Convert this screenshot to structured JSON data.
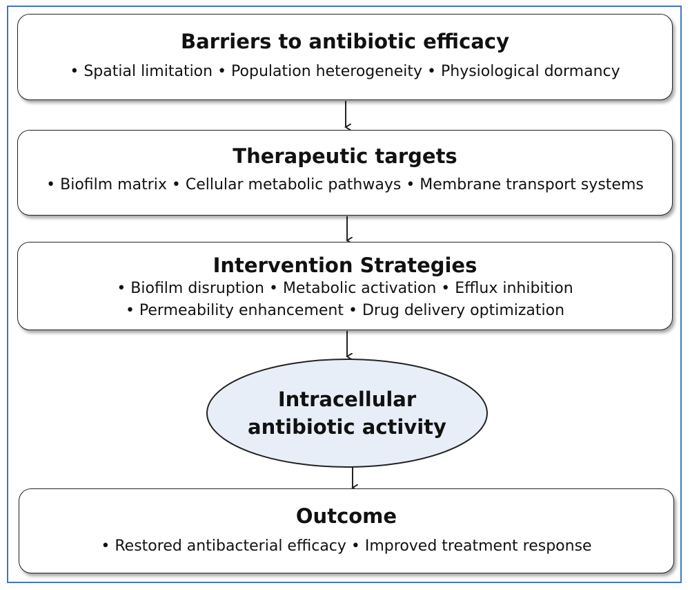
{
  "barriers": {
    "title": "Barriers to antibiotic efficacy",
    "items": "• Spatial limitation • Population heterogeneity • Physiological dormancy"
  },
  "targets": {
    "title": "Therapeutic targets",
    "items": "• Biofilm matrix • Cellular metabolic pathways • Membrane transport systems"
  },
  "strategies": {
    "title": "Intervention Strategies",
    "line1": "• Biofilm disruption • Metabolic activation • Efflux inhibition",
    "line2": "• Permeability enhancement • Drug delivery optimization"
  },
  "activity": {
    "line1": "Intracellular",
    "line2": "antibiotic activity"
  },
  "outcome": {
    "title": "Outcome",
    "items": "• Restored antibacterial efficacy • Improved treatment response"
  },
  "colors": {
    "frame": "#3b78c4",
    "ellipse_fill": "#e8eef7",
    "stroke": "#222222"
  }
}
